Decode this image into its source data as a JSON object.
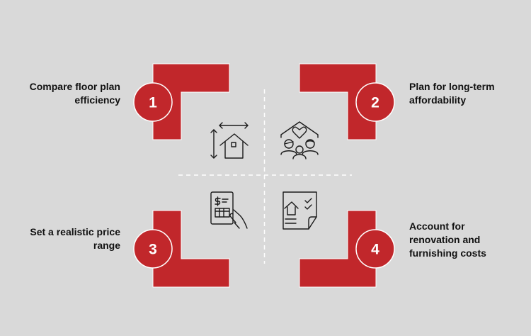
{
  "colors": {
    "background": "#d9d9d9",
    "accent": "#c1272b",
    "outline": "#ffffff",
    "text": "#111111",
    "icon_stroke": "#1a1a1a",
    "divider": "#ffffff"
  },
  "steps": [
    {
      "number": "1",
      "lines": [
        "Compare floor plan",
        "efficiency"
      ],
      "icon": "house-dimensions-icon"
    },
    {
      "number": "2",
      "lines": [
        "Plan for long-term",
        "affordability"
      ],
      "icon": "family-home-heart-icon"
    },
    {
      "number": "3",
      "lines": [
        "Set a realistic price",
        "range"
      ],
      "icon": "price-sheet-in-hand-icon"
    },
    {
      "number": "4",
      "lines": [
        "Account for",
        "renovation and",
        "furnishing costs"
      ],
      "icon": "house-checklist-document-icon"
    }
  ]
}
